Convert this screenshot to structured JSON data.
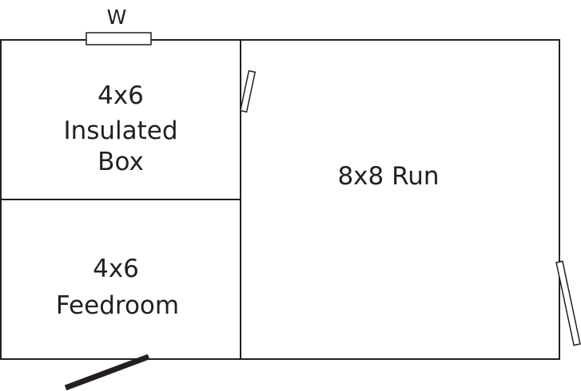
{
  "diagram": {
    "rooms": [
      {
        "id": "insulated-box",
        "lines": [
          "4x6",
          "Insulated",
          "Box"
        ]
      },
      {
        "id": "feedroom",
        "lines": [
          "4x6",
          "Feedroom"
        ]
      },
      {
        "id": "run",
        "lines": [
          "8x8 Run"
        ]
      }
    ],
    "window_label": "W"
  }
}
